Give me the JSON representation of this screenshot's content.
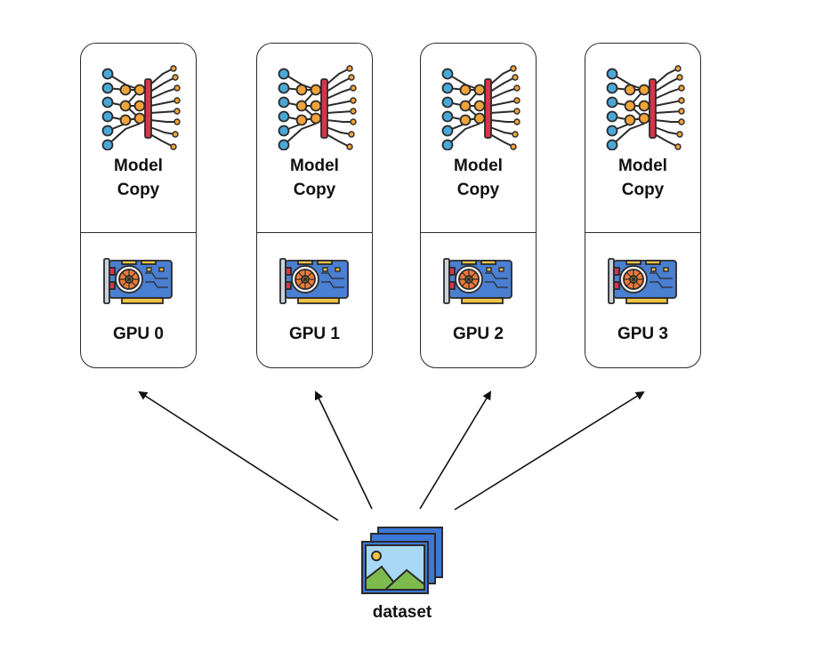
{
  "nodes": [
    {
      "model_line1": "Model",
      "model_line2": "Copy",
      "gpu_label": "GPU 0"
    },
    {
      "model_line1": "Model",
      "model_line2": "Copy",
      "gpu_label": "GPU 1"
    },
    {
      "model_line1": "Model",
      "model_line2": "Copy",
      "gpu_label": "GPU 2"
    },
    {
      "model_line1": "Model",
      "model_line2": "Copy",
      "gpu_label": "GPU 3"
    }
  ],
  "dataset": {
    "label": "dataset"
  },
  "icons": {
    "model": "neural-network-icon",
    "gpu": "graphics-card-icon",
    "dataset": "image-stack-icon"
  },
  "colors": {
    "outline": "#2b2b2b",
    "input_node": "#4aa8d8",
    "hidden_node": "#f2a33a",
    "output_bar": "#d9344a",
    "gpu_board": "#4a7fd1",
    "gpu_fan": "#f07a3a",
    "image_sky": "#a9d8f5",
    "image_hill": "#7dbb4f",
    "image_frame": "#3c78d8",
    "image_sun": "#f5c542"
  }
}
